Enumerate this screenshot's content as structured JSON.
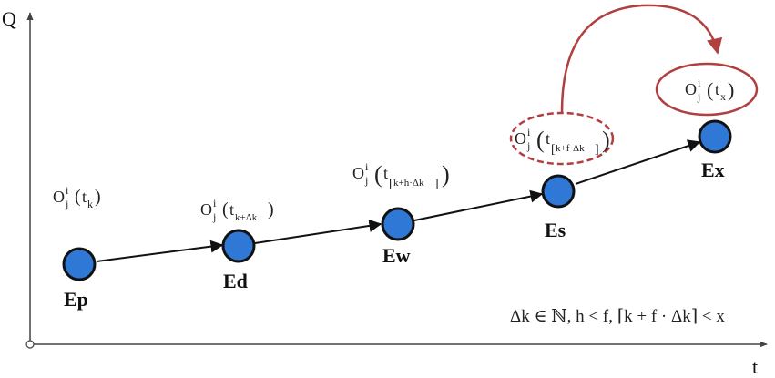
{
  "axes": {
    "y_label": "Q",
    "x_label": "t"
  },
  "colors": {
    "node_fill": "#2f78d6",
    "node_stroke": "#111111",
    "highlight": "#b04040",
    "line": "#111111"
  },
  "stages": [
    {
      "id": "Ep",
      "label": "Ep",
      "annotation": {
        "base": "O",
        "sup": "i",
        "sub": "j",
        "arg": "t",
        "arg_sub": "k",
        "bracket": false
      }
    },
    {
      "id": "Ed",
      "label": "Ed",
      "annotation": {
        "base": "O",
        "sup": "i",
        "sub": "j",
        "arg": "t",
        "arg_sub": "k+Δk",
        "bracket": false
      }
    },
    {
      "id": "Ew",
      "label": "Ew",
      "annotation": {
        "base": "O",
        "sup": "i",
        "sub": "j",
        "arg": "t",
        "arg_sub": "k+h·Δk",
        "bracket": true
      }
    },
    {
      "id": "Es",
      "label": "Es",
      "annotation": {
        "base": "O",
        "sup": "i",
        "sub": "j",
        "arg": "t",
        "arg_sub": "k+f·Δk",
        "bracket": true,
        "outline": "dashed"
      }
    },
    {
      "id": "Ex",
      "label": "Ex",
      "annotation": {
        "base": "O",
        "sup": "i",
        "sub": "j",
        "arg": "t",
        "arg_sub": "x",
        "bracket": false,
        "outline": "solid"
      }
    }
  ],
  "condition": "Δk ∈ ℕ, h < f, ⌈k + f · Δk⌉ < x"
}
